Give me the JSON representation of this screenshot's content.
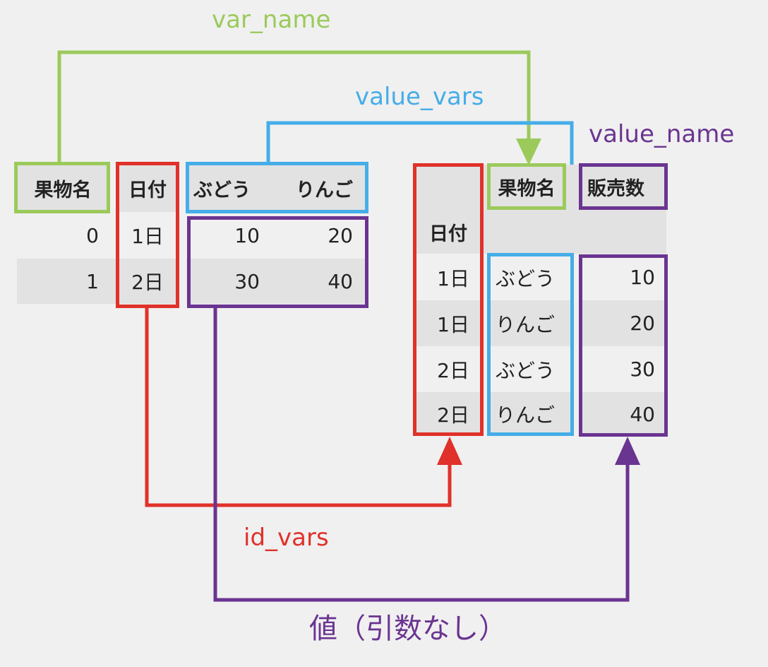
{
  "labels": {
    "var_name": "var_name",
    "value_vars": "value_vars",
    "value_name": "value_name",
    "id_vars": "id_vars",
    "values_no_arg": "値（引数なし）"
  },
  "wide_table": {
    "header": {
      "fruit_name": "果物名",
      "date": "日付",
      "grape": "ぶどう",
      "apple": "りんご"
    },
    "rows": [
      {
        "index": "0",
        "date": "1日",
        "grape": "10",
        "apple": "20"
      },
      {
        "index": "1",
        "date": "2日",
        "grape": "30",
        "apple": "40"
      }
    ]
  },
  "long_table": {
    "header": {
      "fruit_name": "果物名",
      "sales": "販売数",
      "index_name": "日付"
    },
    "rows": [
      {
        "date": "1日",
        "fruit": "ぶどう",
        "sales": "10"
      },
      {
        "date": "1日",
        "fruit": "りんご",
        "sales": "20"
      },
      {
        "date": "2日",
        "fruit": "ぶどう",
        "sales": "30"
      },
      {
        "date": "2日",
        "fruit": "りんご",
        "sales": "40"
      }
    ]
  },
  "colors": {
    "var_name": "#9bca5b",
    "value_vars": "#45ade8",
    "value_name": "#6a3491",
    "id_vars": "#e0312a",
    "background": "#f0f0f0",
    "stripe": "#e2e2e2"
  }
}
